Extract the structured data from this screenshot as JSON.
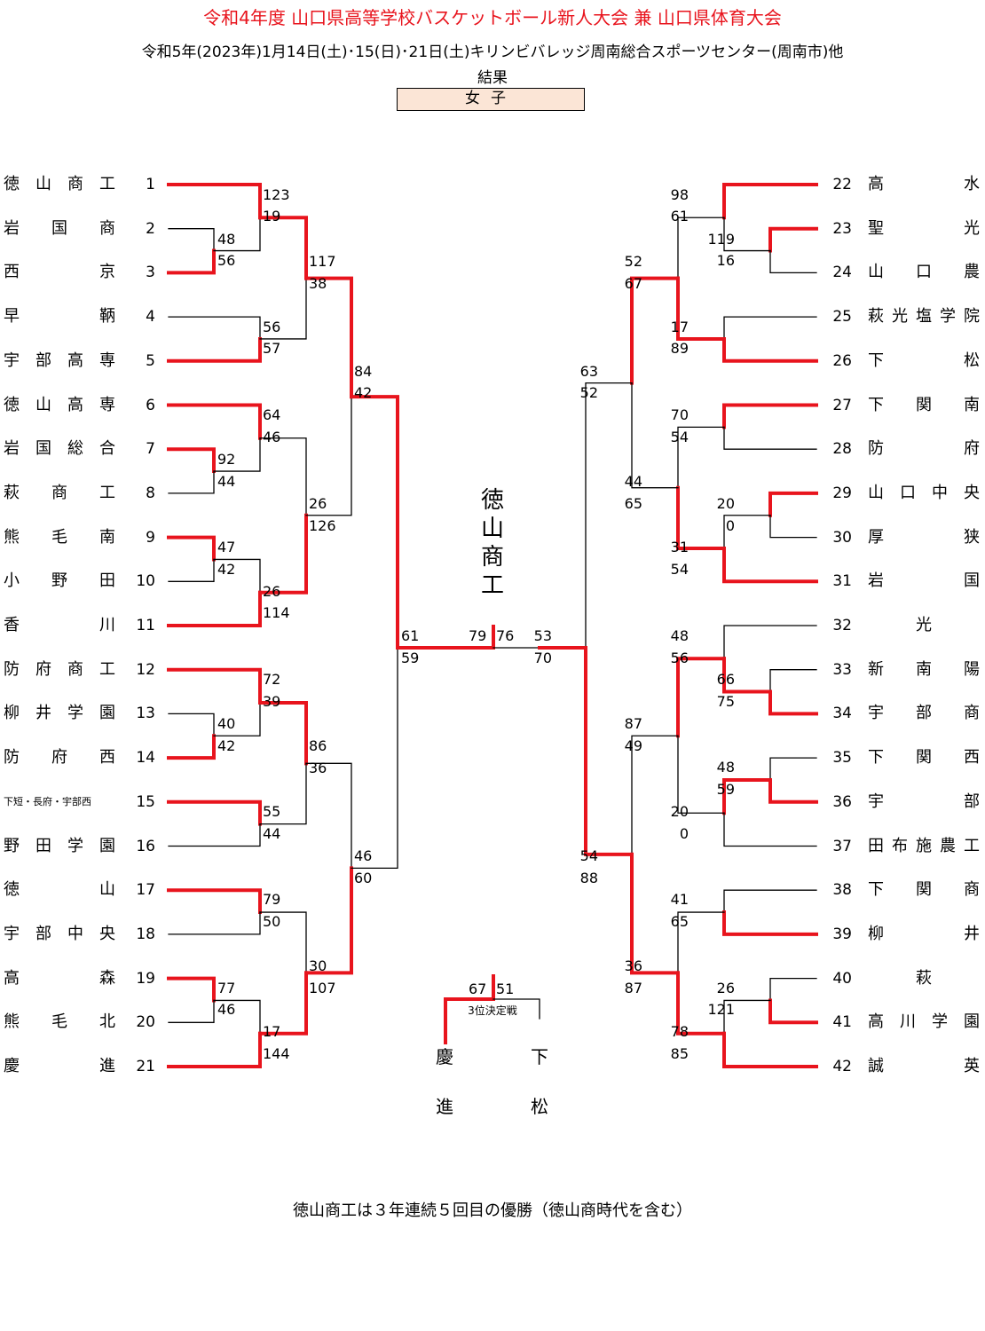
{
  "header": {
    "title": "令和4年度 山口県高等学校バスケットボール新人大会 兼 山口県体育大会",
    "subtitle": "令和5年(2023年)1月14日(土)･15(日)･21日(土)キリンビバレッジ周南総合スポーツセンター(周南市)他",
    "results_label": "結果",
    "division": "女子"
  },
  "colors": {
    "winner_line": "#e8141d",
    "title": "#e8141d",
    "division_bg": "#fbe5d6"
  },
  "teams_left": [
    {
      "name": "徳山商工",
      "seed": "1"
    },
    {
      "name": "岩国商",
      "seed": "2"
    },
    {
      "name": "西京",
      "seed": "3"
    },
    {
      "name": "早鞆",
      "seed": "4"
    },
    {
      "name": "宇部高専",
      "seed": "5"
    },
    {
      "name": "徳山高専",
      "seed": "6"
    },
    {
      "name": "岩国総合",
      "seed": "7"
    },
    {
      "name": "萩商工",
      "seed": "8"
    },
    {
      "name": "熊毛南",
      "seed": "9"
    },
    {
      "name": "小野田",
      "seed": "10"
    },
    {
      "name": "香川",
      "seed": "11"
    },
    {
      "name": "防府商工",
      "seed": "12"
    },
    {
      "name": "柳井学園",
      "seed": "13"
    },
    {
      "name": "防府西",
      "seed": "14"
    },
    {
      "name": "下短・長府・宇部西",
      "seed": "15"
    },
    {
      "name": "野田学園",
      "seed": "16"
    },
    {
      "name": "徳山",
      "seed": "17"
    },
    {
      "name": "宇部中央",
      "seed": "18"
    },
    {
      "name": "高森",
      "seed": "19"
    },
    {
      "name": "熊毛北",
      "seed": "20"
    },
    {
      "name": "慶進",
      "seed": "21"
    }
  ],
  "teams_right": [
    {
      "name": "高水",
      "seed": "22"
    },
    {
      "name": "聖光",
      "seed": "23"
    },
    {
      "name": "山口農",
      "seed": "24"
    },
    {
      "name": "萩光塩学院",
      "seed": "25"
    },
    {
      "name": "下松",
      "seed": "26"
    },
    {
      "name": "下関南",
      "seed": "27"
    },
    {
      "name": "防府",
      "seed": "28"
    },
    {
      "name": "山口中央",
      "seed": "29"
    },
    {
      "name": "厚狭",
      "seed": "30"
    },
    {
      "name": "岩国",
      "seed": "31"
    },
    {
      "name": "光",
      "seed": "32"
    },
    {
      "name": "新南陽",
      "seed": "33"
    },
    {
      "name": "宇部商",
      "seed": "34"
    },
    {
      "name": "下関西",
      "seed": "35"
    },
    {
      "name": "宇部",
      "seed": "36"
    },
    {
      "name": "田布施農工",
      "seed": "37"
    },
    {
      "name": "下関商",
      "seed": "38"
    },
    {
      "name": "柳井",
      "seed": "39"
    },
    {
      "name": "萩",
      "seed": "40"
    },
    {
      "name": "高川学園",
      "seed": "41"
    },
    {
      "name": "誠英",
      "seed": "42"
    }
  ],
  "scores": {
    "l_1_23": [
      "123",
      "19"
    ],
    "l_2_3": [
      "48",
      "56"
    ],
    "l_4_5": [
      "56",
      "57"
    ],
    "l_123_45": [
      "117",
      "38"
    ],
    "l_6_78": [
      "64",
      "46"
    ],
    "l_7_8": [
      "92",
      "44"
    ],
    "l_9_10": [
      "47",
      "42"
    ],
    "l_910_11": [
      "26",
      "114"
    ],
    "l_q2": [
      "26",
      "126"
    ],
    "l_sf1": [
      "84",
      "42"
    ],
    "l_12_1314": [
      "72",
      "39"
    ],
    "l_13_14": [
      "40",
      "42"
    ],
    "l_15_16": [
      "55",
      "44"
    ],
    "l_q3": [
      "86",
      "36"
    ],
    "l_17_18": [
      "79",
      "50"
    ],
    "l_19_20": [
      "77",
      "46"
    ],
    "l_1920_21": [
      "17",
      "144"
    ],
    "l_q4": [
      "30",
      "107"
    ],
    "l_sf2": [
      "46",
      "60"
    ],
    "l_semi": [
      "61",
      "59"
    ],
    "final": [
      "79",
      "76"
    ],
    "r_semi": [
      "53",
      "70"
    ],
    "r_22_2324": [
      "98",
      "61"
    ],
    "r_23_24": [
      "119",
      "16"
    ],
    "r_25_26": [
      "17",
      "89"
    ],
    "r_q1": [
      "52",
      "67"
    ],
    "r_27_28": [
      "70",
      "54"
    ],
    "r_29_30": [
      "20",
      "0"
    ],
    "r_2930_31": [
      "31",
      "54"
    ],
    "r_q2": [
      "44",
      "65"
    ],
    "r_sf1": [
      "63",
      "52"
    ],
    "r_32_3334": [
      "48",
      "56"
    ],
    "r_33_34": [
      "66",
      "75"
    ],
    "r_35_36": [
      "48",
      "59"
    ],
    "r_3536_37": [
      "20",
      "0"
    ],
    "r_q3": [
      "87",
      "49"
    ],
    "r_38_39": [
      "41",
      "65"
    ],
    "r_40_41": [
      "26",
      "121"
    ],
    "r_4041_42": [
      "78",
      "85"
    ],
    "r_q4": [
      "36",
      "87"
    ],
    "r_sf2": [
      "54",
      "88"
    ],
    "third": [
      "67",
      "51"
    ]
  },
  "champion": "徳山商工",
  "third_place": {
    "label": "3位決定戦",
    "left_team": [
      "慶",
      "進"
    ],
    "right_team": [
      "下",
      "松"
    ]
  },
  "note": "徳山商工は３年連続５回目の優勝（徳山商時代を含む）"
}
